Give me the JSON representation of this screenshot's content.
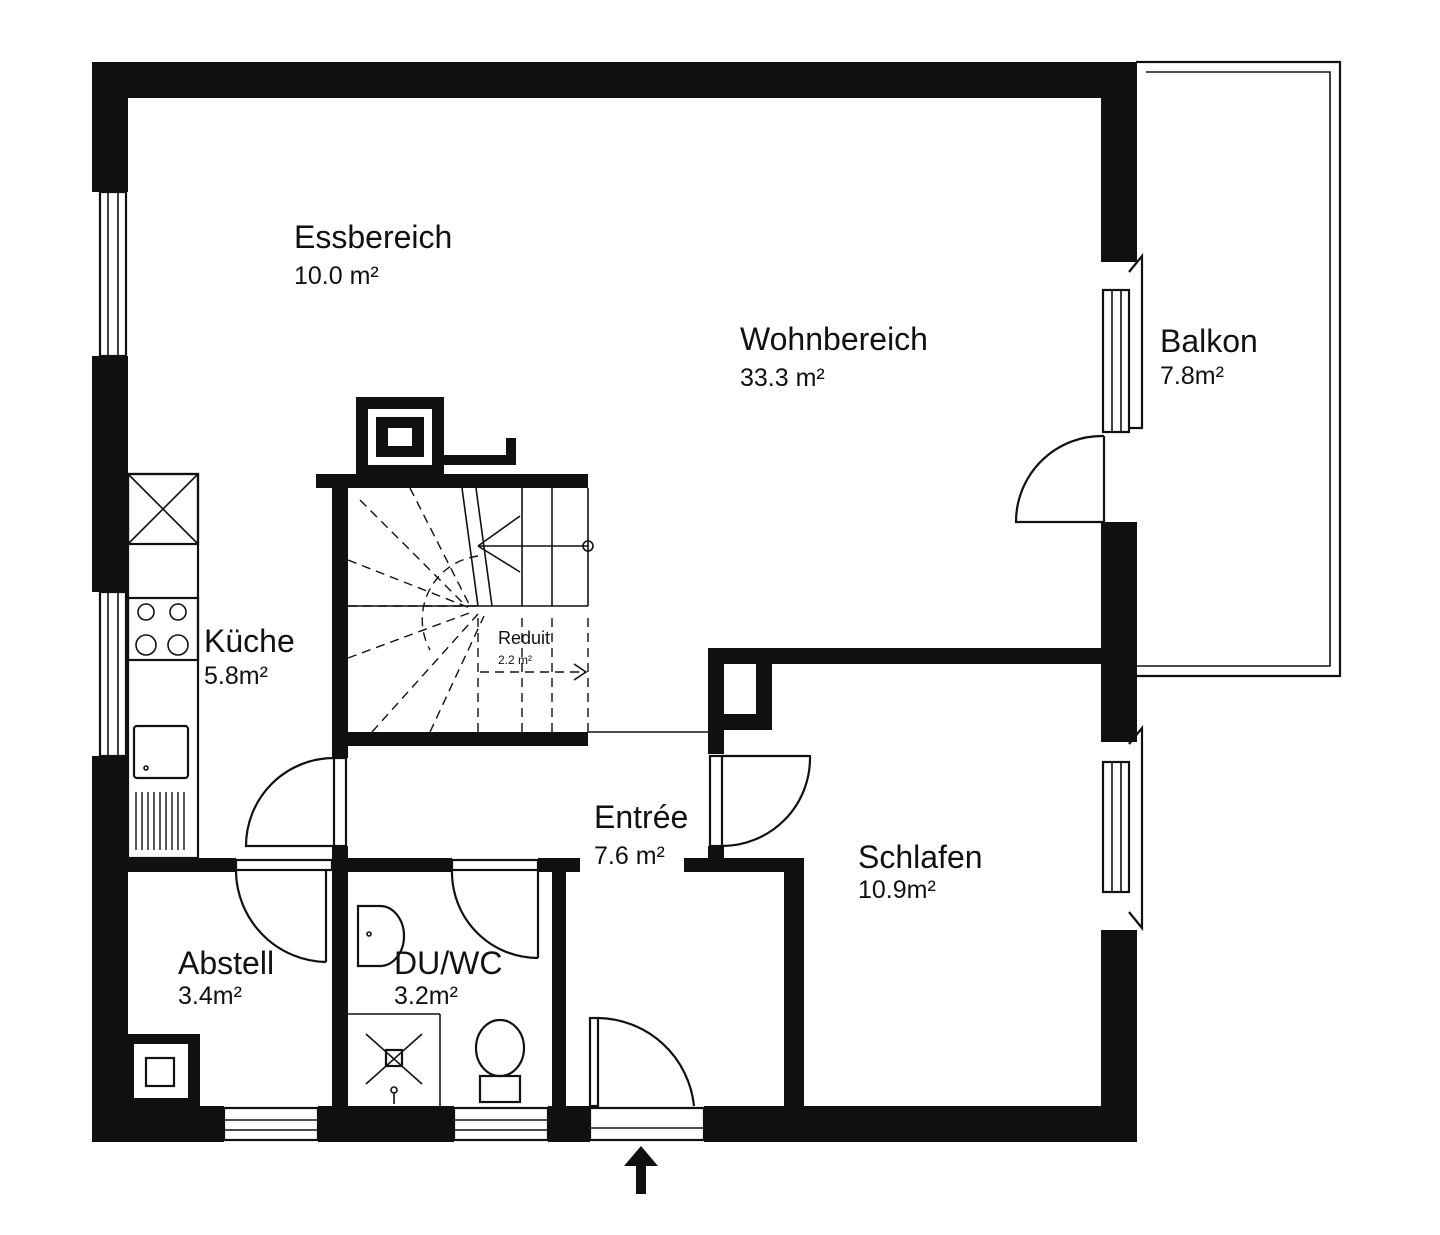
{
  "colors": {
    "wall": "#111111",
    "background": "#ffffff"
  },
  "rooms": {
    "essbereich": {
      "name": "Essbereich",
      "area": "10.0 m²"
    },
    "wohnbereich": {
      "name": "Wohnbereich",
      "area": "33.3 m²"
    },
    "balkon": {
      "name": "Balkon",
      "area": "7.8m²"
    },
    "kueche": {
      "name": "Küche",
      "area": "5.8m²"
    },
    "reduit": {
      "name": "Reduit",
      "area": "2.2 m²"
    },
    "entree": {
      "name": "Entrée",
      "area": "7.6 m²"
    },
    "schlafen": {
      "name": "Schlafen",
      "area": "10.9m²"
    },
    "abstell": {
      "name": "Abstell",
      "area": "3.4m²"
    },
    "duwc": {
      "name": "DU/WC",
      "area": "3.2m²"
    }
  },
  "icons": {
    "entrance": "entrance-arrow-icon",
    "stove": "stove-icon",
    "sink": "sink-icon",
    "toilet": "toilet-icon",
    "shower": "shower-icon",
    "chimney": "chimney-icon"
  }
}
